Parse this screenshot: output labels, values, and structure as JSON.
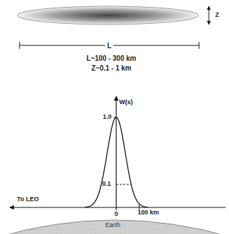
{
  "diagram": {
    "labels": [
      "Z",
      "L",
      "L~100 - 300 km",
      "Z~0.1 - 1 km",
      "W(s)",
      "1.0",
      "0.1",
      "0",
      "100 km",
      "To LEO",
      "Earth"
    ]
  }
}
